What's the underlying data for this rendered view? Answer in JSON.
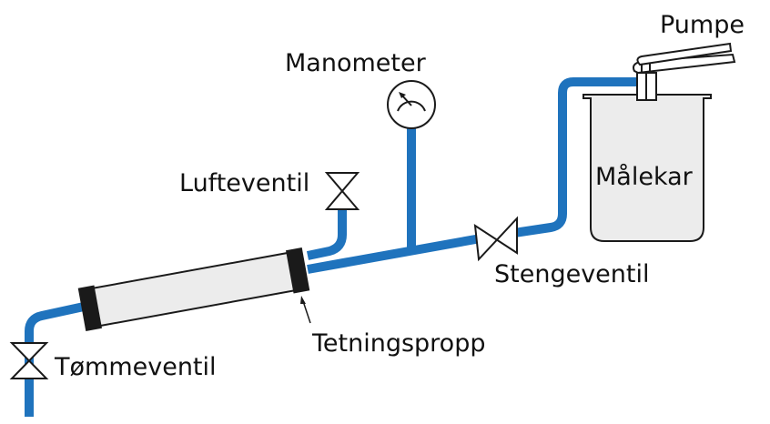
{
  "labels": {
    "pump": "Pumpe",
    "manometer": "Manometer",
    "measuring_vessel": "Målekar",
    "air_valve": "Lufteventil",
    "shutoff_valve": "Stengeventil",
    "sealing_plug": "Tetningspropp",
    "drain_valve": "Tømmeventil"
  },
  "colors": {
    "pipe": "#1f73bd",
    "outline": "#1a1a1a",
    "tube_fill": "#ececec",
    "vessel_fill": "#ececec",
    "plug": "#1a1a1a"
  }
}
